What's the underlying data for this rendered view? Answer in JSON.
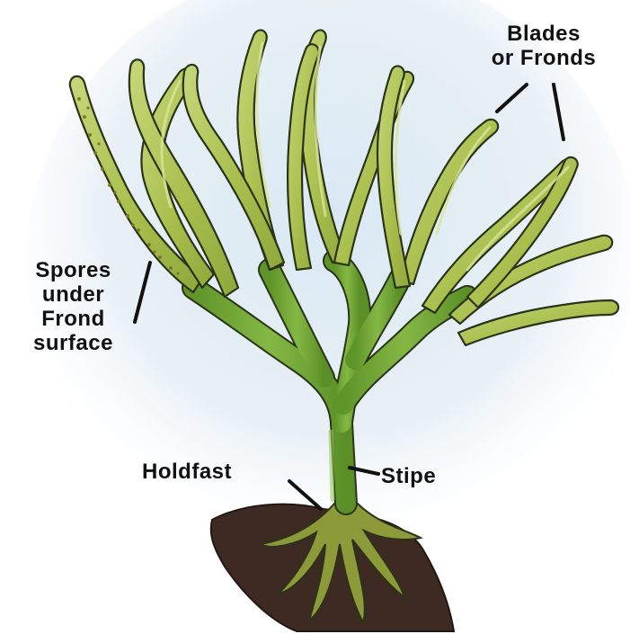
{
  "labels": {
    "blades": [
      "Blades",
      "or Fronds"
    ],
    "spores": [
      "Spores",
      "under",
      "Frond",
      "surface"
    ],
    "holdfast": "Holdfast",
    "stipe": "Stipe"
  },
  "colors": {
    "frond_fill": "#a9c04f",
    "frond_highlight": "#c9d97a",
    "frond_shadow": "#7f9a35",
    "stipe": "#6fa42f",
    "outline": "#2b3318",
    "soil": "#3d2a22",
    "water": "#cfe1ee",
    "spores": "#7a7a25",
    "label_text": "#111111"
  },
  "icons": {
    "main": "seaweed-illustration"
  }
}
